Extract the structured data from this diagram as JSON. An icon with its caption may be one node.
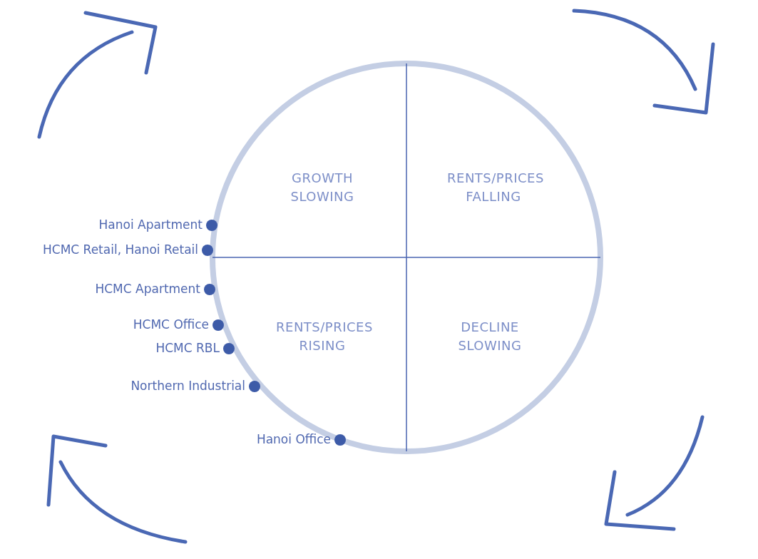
{
  "diagram": {
    "nodes": [
      {
        "text": [
          "GROWTH SLOWING",
          "RENTS/PRICES FALLING",
          "RENTS/PRICES RISING",
          "DECLINE SLOWING"
        ]
      },
      {
        "text": [],
        "shape": "circle",
        "beside": [
          "Hanoi Apartment"
        ]
      },
      {
        "text": [],
        "shape": "circle",
        "beside": [
          "HCMC Retail, Hanoi Retail"
        ]
      },
      {
        "text": [],
        "shape": "circle",
        "beside": [
          "HCMC Apartment"
        ]
      },
      {
        "text": [],
        "shape": "circle",
        "beside": [
          "HCMC Office"
        ]
      },
      {
        "text": [],
        "shape": "circle",
        "beside": [
          "HCMC RBL"
        ]
      },
      {
        "text": [],
        "shape": "circle",
        "beside": [
          "Northern Industrial"
        ]
      },
      {
        "text": [],
        "shape": "circle",
        "beside": [
          "Hanoi Office"
        ]
      }
    ]
  }
}
